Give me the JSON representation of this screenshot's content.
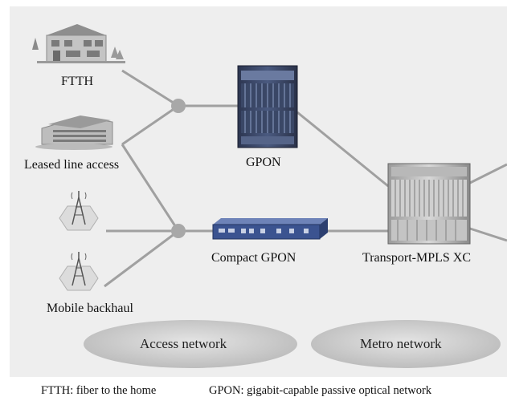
{
  "nodes": {
    "ftth": "FTTH",
    "leased_line": "Leased line access",
    "mobile_backhaul": "Mobile backhaul",
    "gpon": "GPON",
    "compact_gpon": "Compact GPON",
    "transport_mpls": "Transport-MPLS XC"
  },
  "regions": {
    "access": "Access network",
    "metro": "Metro network"
  },
  "footnotes": {
    "ftth": "FTTH: fiber to the home",
    "gpon": "GPON: gigabit-capable passive optical network"
  },
  "colors": {
    "background_panel": "#eeeeee",
    "link_line": "#a0a0a0",
    "splitter_node": "#a8a8a8",
    "region_ellipse": "#c9c9c9"
  }
}
